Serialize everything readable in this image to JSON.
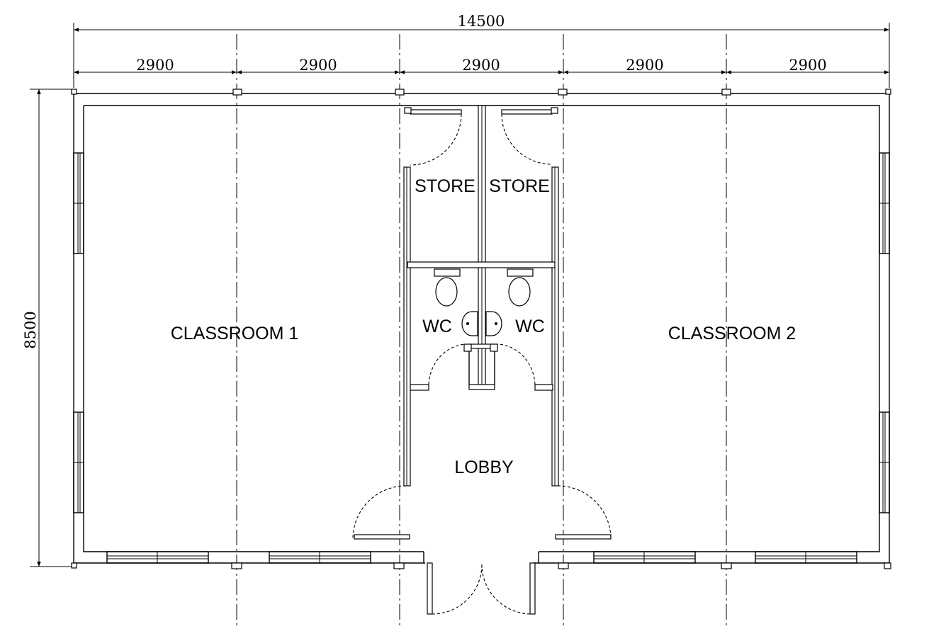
{
  "dimensions": {
    "overall_width": "14500",
    "bays": [
      "2900",
      "2900",
      "2900",
      "2900",
      "2900"
    ],
    "overall_depth": "8500"
  },
  "rooms": {
    "classroom_1": "CLASSROOM 1",
    "classroom_2": "CLASSROOM 2",
    "store_left": "STORE",
    "store_right": "STORE",
    "wc_left": "WC",
    "wc_right": "WC",
    "lobby": "LOBBY"
  }
}
